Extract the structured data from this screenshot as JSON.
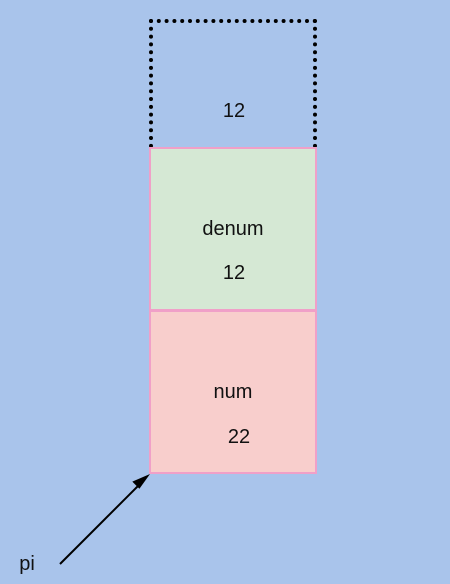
{
  "memory": {
    "top_cell": {
      "value": "12"
    },
    "denum_cell": {
      "label": "denum",
      "value": "12"
    },
    "num_cell": {
      "label": "num",
      "value": "22"
    }
  },
  "pointer": {
    "label": "pi"
  },
  "colors": {
    "background": "#a9c4eb",
    "denum_fill": "#d5e8d4",
    "num_fill": "#f8cecc",
    "cell_border": "#f0a0c8",
    "dotted_border": "#000000"
  }
}
